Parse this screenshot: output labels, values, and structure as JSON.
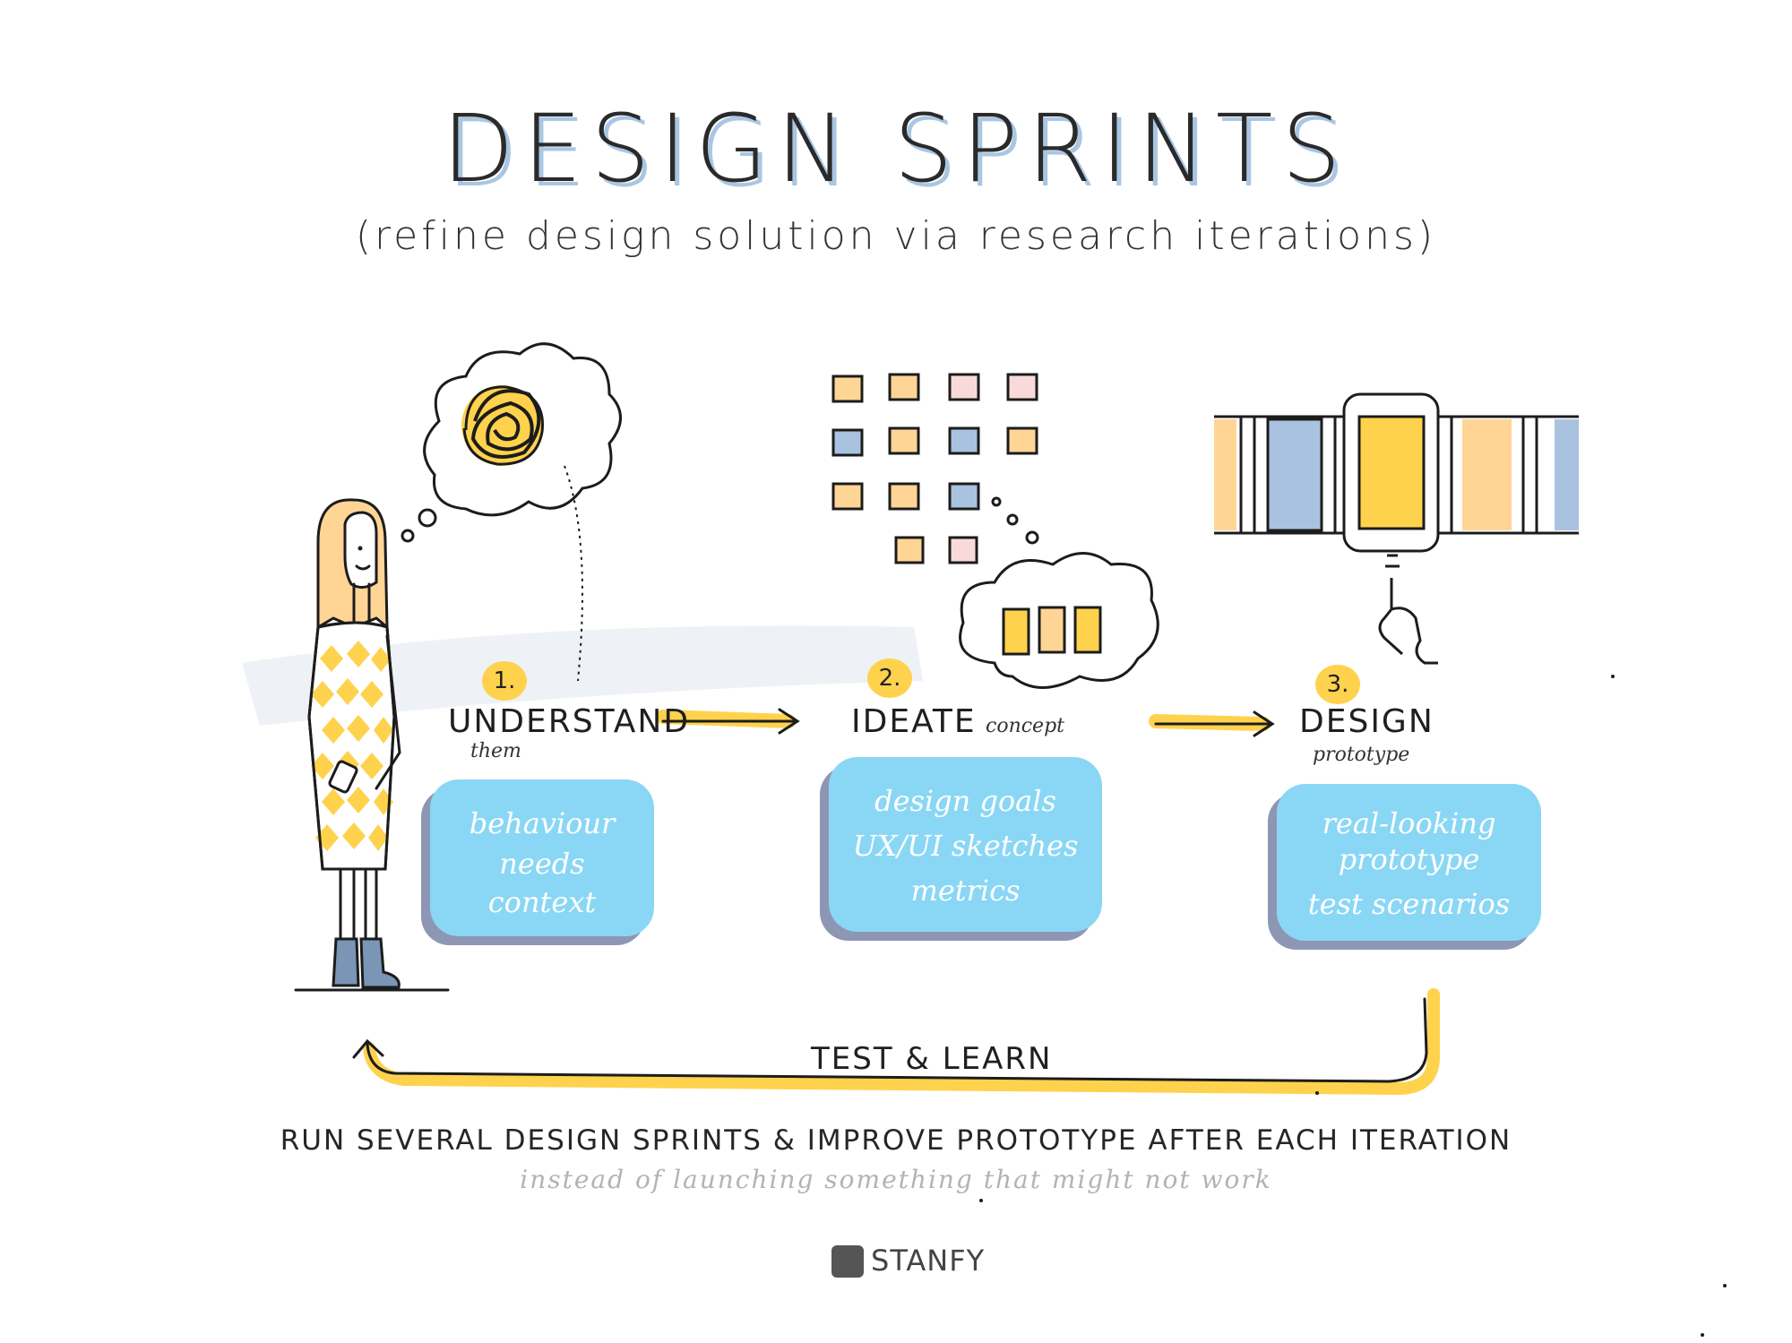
{
  "title": "DESIGN SPRINTS",
  "subtitle": "(refine design solution via research iterations)",
  "steps": [
    {
      "number": "1.",
      "title": "UNDERSTAND",
      "subtitle": "them",
      "items": [
        "behaviour",
        "needs",
        "context"
      ]
    },
    {
      "number": "2.",
      "title": "IDEATE",
      "subtitle": "concept",
      "items": [
        "design goals",
        "UX/UI sketches",
        "metrics"
      ]
    },
    {
      "number": "3.",
      "title": "DESIGN",
      "subtitle": "prototype",
      "items": [
        "real-looking",
        "prototype",
        "test scenarios"
      ]
    }
  ],
  "loop": {
    "label": "TEST & LEARN"
  },
  "footer": {
    "main": "RUN SEVERAL DESIGN SPRINTS & IMPROVE PROTOTYPE AFTER EACH ITERATION",
    "sub": "instead of launching something that might not work",
    "brand": "STANFY"
  },
  "colors": {
    "yellow": "#ffd24d",
    "light_orange": "#ffd596",
    "blue_card": "#8ad7f5",
    "blue_grey": "#a9c2e0",
    "pink": "#f9dada",
    "ink": "#1c1c1c"
  },
  "icons": [
    "person-icon",
    "thought-cloud-icon",
    "sticky-notes-icon",
    "screens-carousel-icon",
    "pointing-hand-icon",
    "arrow-right-icon",
    "loop-arrow-icon"
  ]
}
